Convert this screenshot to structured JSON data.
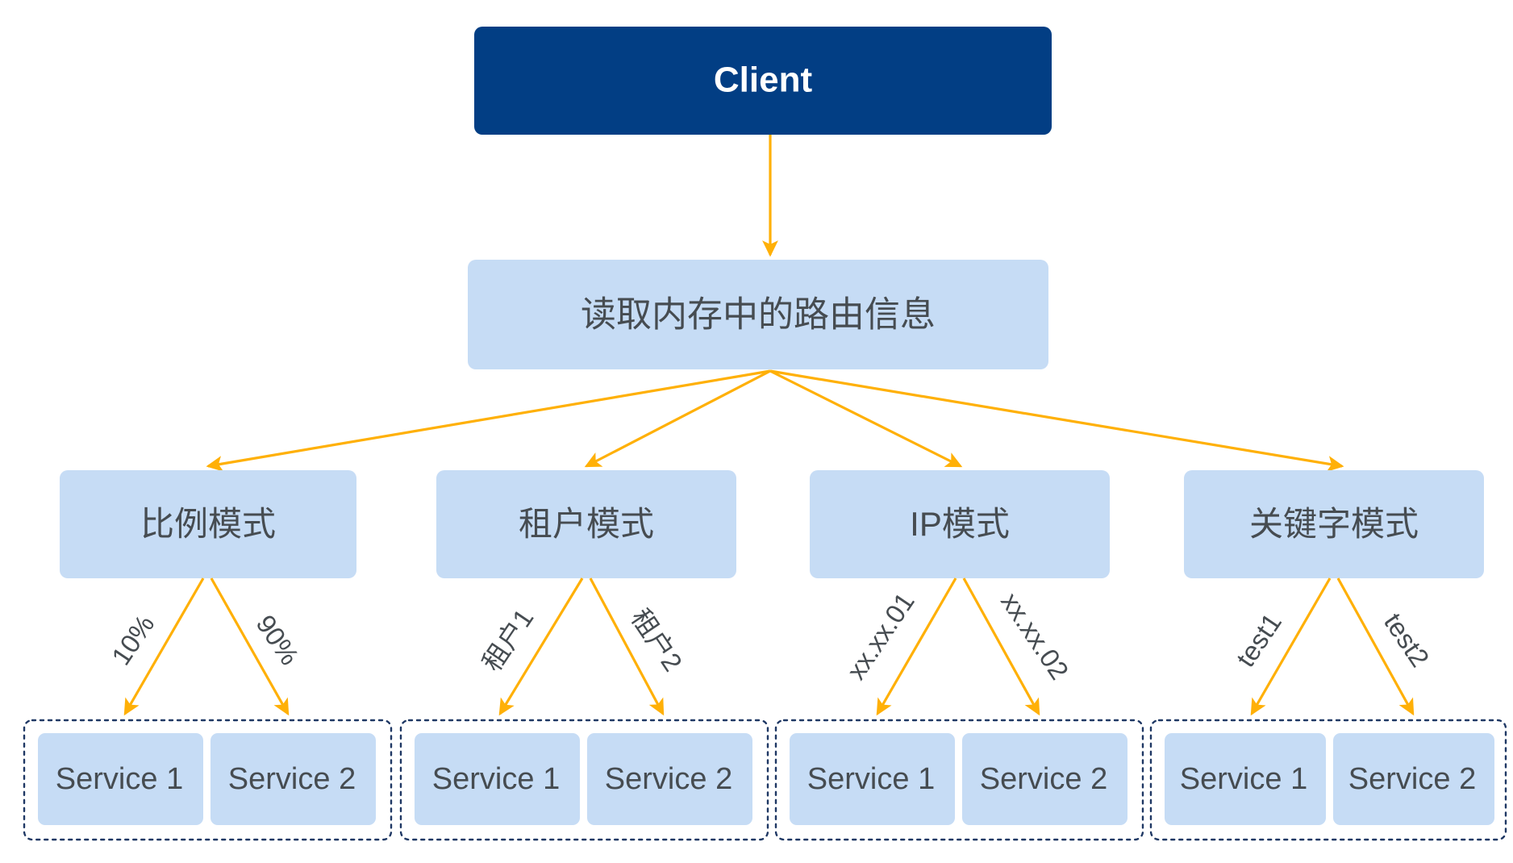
{
  "diagram": {
    "title_node": {
      "label": "Client",
      "color": "#023e84",
      "text_color": "#ffffff"
    },
    "router_node": {
      "label": "读取内存中的路由信息",
      "color": "#c6dcf5",
      "text_color": "#464c51"
    },
    "palette": {
      "arrow": "#ffb007",
      "node_fill": "#c6dcf5",
      "node_text": "#464c51",
      "group_border": "#1f3864",
      "background": "#ffffff"
    },
    "modes": [
      {
        "label": "比例模式",
        "edges": [
          {
            "label": "10%",
            "target": "Service 1"
          },
          {
            "label": "90%",
            "target": "Service 2"
          }
        ],
        "services": [
          "Service 1",
          "Service 2"
        ]
      },
      {
        "label": "租户模式",
        "edges": [
          {
            "label": "租户1",
            "target": "Service 1"
          },
          {
            "label": "租户2",
            "target": "Service 2"
          }
        ],
        "services": [
          "Service 1",
          "Service 2"
        ]
      },
      {
        "label": "IP模式",
        "edges": [
          {
            "label": "xx.xx.01",
            "target": "Service 1"
          },
          {
            "label": "xx.xx.02",
            "target": "Service 2"
          }
        ],
        "services": [
          "Service 1",
          "Service 2"
        ]
      },
      {
        "label": "关键字模式",
        "edges": [
          {
            "label": "test1",
            "target": "Service 1"
          },
          {
            "label": "test2",
            "target": "Service 2"
          }
        ],
        "services": [
          "Service 1",
          "Service 2"
        ]
      }
    ]
  }
}
